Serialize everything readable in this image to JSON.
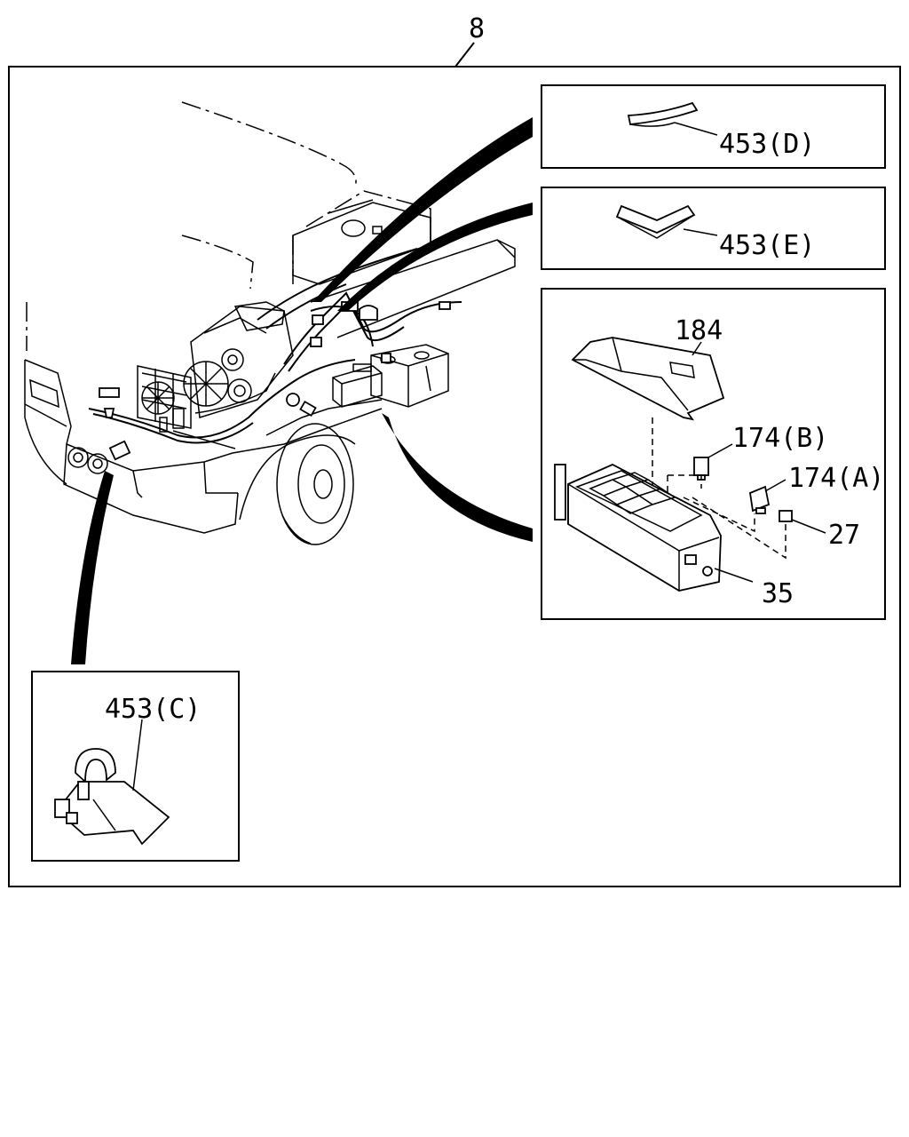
{
  "diagram": {
    "assembly_callout": "8",
    "callouts": {
      "panel_d": "453(D)",
      "panel_e": "453(E)",
      "cover": "184",
      "relay_b": "174(B)",
      "relay_a": "174(A)",
      "fuse": "27",
      "relay_box": "35",
      "panel_c": "453(C)"
    }
  }
}
